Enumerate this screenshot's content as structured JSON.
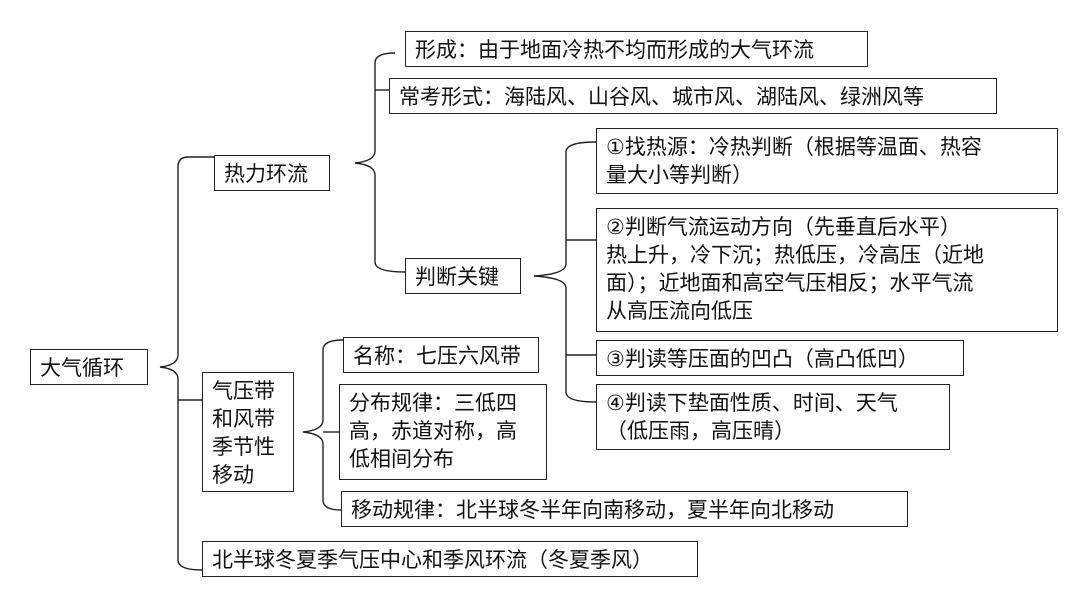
{
  "root": "大气循环",
  "thermal": {
    "title": "热力环流",
    "formation": "形成：由于地面冷热不均而形成的大气环流",
    "common_forms": "常考形式：海陆风、山谷风、城市风、湖陆风、绿洲风等",
    "key": {
      "title": "判断关键",
      "items": [
        [
          "①找热源：冷热判断（根据等温面、热容",
          "量大小等判断）"
        ],
        [
          "②判断气流运动方向（先垂直后水平）",
          "热上升，冷下沉；热低压，冷高压（近地",
          "面）；近地面和高空气压相反；水平气流",
          "从高压流向低压"
        ],
        [
          "③判读等压面的凹凸（高凸低凹）"
        ],
        [
          "④判读下垫面性质、时间、天气",
          "（低压雨，高压晴）"
        ]
      ]
    }
  },
  "pressure_belts": {
    "title": [
      "气压带",
      "和风带",
      "季节性",
      "移动"
    ],
    "name": "名称：七压六风带",
    "distribution": [
      "分布规律：三低四",
      "高，赤道对称，高",
      "低相间分布"
    ],
    "movement": "移动规律：北半球冬半年向南移动，夏半年向北移动"
  },
  "monsoon": "北半球冬夏季气压中心和季风环流（冬夏季风）"
}
